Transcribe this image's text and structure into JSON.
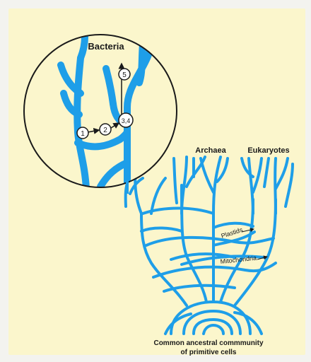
{
  "diagram": {
    "colors": {
      "panel": "#fbf6cc",
      "branch": "#1e9ee8",
      "text": "#1a1a1a",
      "page": "#f3f3ef"
    },
    "labels": {
      "bacteria": "Bacteria",
      "archaea": "Archaea",
      "eukaryotes": "Eukaryotes",
      "plastids": "Plastids",
      "mitochondria": "Mitochondria",
      "root_line1": "Common ancestral commmunity",
      "root_line2": "of primitive cells"
    },
    "nodes": [
      "1",
      "2",
      "3,4",
      "5"
    ]
  }
}
